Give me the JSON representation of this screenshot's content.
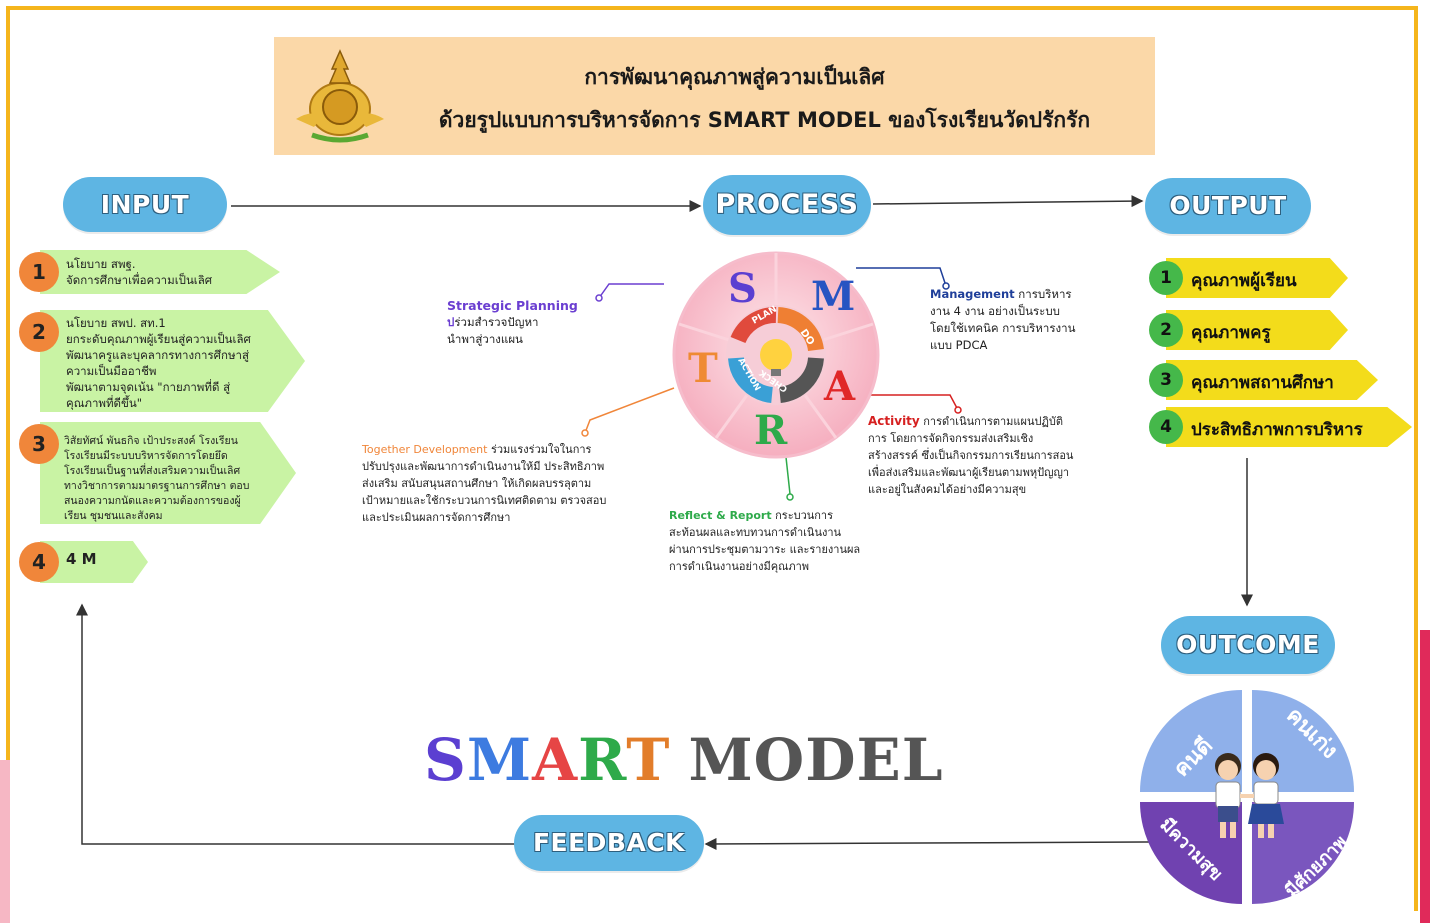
{
  "title": {
    "line1": "การพัฒนาคุณภาพสู่ความเป็นเลิศ",
    "line2": "ด้วยรูปแบบการบริหารจัดการ SMART MODEL ของโรงเรียนวัดปรักรัก"
  },
  "stages": {
    "input": "INPUT",
    "process": "PROCESS",
    "output": "OUTPUT",
    "outcome": "OUTCOME",
    "feedback": "FEEDBACK"
  },
  "inputs": [
    {
      "num": "1",
      "text": "นโยบาย สพฐ.\nจัดการศึกษาเพื่อความเป็นเลิศ"
    },
    {
      "num": "2",
      "text": "นโยบาย สพป. สท.1\nยกระดับคุณภาพผู้เรียนสู่ความเป็นเลิศ\nพัฒนาครูและบุคลากรทางการศึกษาสู่\nความเป็นมืออาชีพ\nพัฒนาตามจุดเน้น \"กายภาพที่ดี สู่\nคุณภาพที่ดีขึ้น\""
    },
    {
      "num": "3",
      "text": "วิสัยทัศน์  พันธกิจ เป้าประสงค์ โรงเรียน\nโรงเรียนมีระบบบริหารจัดการโดยยึด\nโรงเรียนเป็นฐานที่ส่งเสริมความเป็นเลิศ\nทางวิชาการตามมาตรฐานการศึกษา ตอบ\nสนองความกนัดและความต้องการของผู้\nเรียน ชุมชนและสังคม"
    },
    {
      "num": "4",
      "text": "4 M"
    }
  ],
  "outputs": [
    {
      "num": "1",
      "text": "คุณภาพผู้เรียน"
    },
    {
      "num": "2",
      "text": "คุณภาพครู"
    },
    {
      "num": "3",
      "text": "คุณภาพสถานศึกษา"
    },
    {
      "num": "4",
      "text": "ประสิทธิภาพการบริหาร"
    }
  ],
  "wheel": {
    "letters": [
      "S",
      "M",
      "A",
      "R",
      "T"
    ],
    "cycle": [
      "PLAN",
      "DO",
      "CHECK",
      "ACTION"
    ]
  },
  "process": {
    "strategic": {
      "key": "Strategic Planning",
      "text": "ร่วมสำรวจปัญหา\nนำพาสู่วางแผน",
      "lead": "ป"
    },
    "management": {
      "key": "Management",
      "text": " การบริหาร\nงาน 4 งาน อย่างเป็นระบบ\nโดยใช้เทคนิค การบริหารงาน\nแบบ PDCA"
    },
    "activity": {
      "key": "Activity",
      "text": " การดำเนินการตามแผนปฏิบัติ\nการ โดยการจัดกิจกรรมส่งเสริมเชิง\nสร้างสรรค์ ซึ่งเป็นกิจกรรมการเรียนการสอน\nเพื่อส่งเสริมและพัฒนาผู้เรียนตามพหุปัญญา\nและอยู่ในสังคมได้อย่างมีความสุข"
    },
    "together": {
      "key": "Together Development",
      "text": "  ร่วมแรงร่วมใจในการ\nปรับปรุงและพัฒนาการดำเนินงานให้มี ประสิทธิภาพ\nส่งเสริม สนับสนุนสถานศึกษา ให้เกิดผลบรรลุตาม\nเป้าหมายและใช้กระบวนการนิเทศติดตาม ตรวจสอบ\nและประเมินผลการจัดการศึกษา"
    },
    "reflect": {
      "key": "Reflect & Report",
      "text": "  กระบวนการ\nสะท้อนผลและทบทวนการดำเนินงาน\nผ่านการประชุมตามวาระ และรายงานผล\nการดำเนินงานอย่างมีคุณภาพ"
    }
  },
  "outcome_quadrants": [
    "คนดี",
    "คนเก่ง",
    "มีความสุข",
    "มีศักยภาพ"
  ],
  "smart_model": {
    "letters": [
      {
        "ch": "S",
        "color": "#5b3fd1"
      },
      {
        "ch": "M",
        "color": "#3d7be0"
      },
      {
        "ch": "A",
        "color": "#e64545"
      },
      {
        "ch": "R",
        "color": "#2eaa4a"
      },
      {
        "ch": "T",
        "color": "#e27d2a"
      }
    ],
    "rest": "MODEL"
  },
  "colors": {
    "border": "#f5b51c",
    "pill": "#5eb5e3",
    "input_arrow": "#c9f3a4",
    "output_arrow": "#f3dc1b"
  }
}
